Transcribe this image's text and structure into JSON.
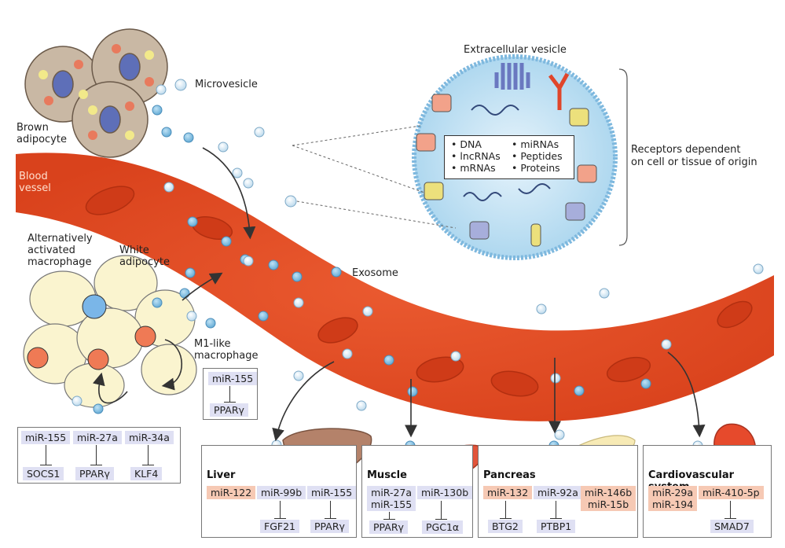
{
  "labels": {
    "extracellular_vesicle": "Extracellular vesicle",
    "microvesicle": "Microvesicle",
    "brown_adipocyte_1": "Brown",
    "brown_adipocyte_2": "adipocyte",
    "blood_vessel_1": "Blood",
    "blood_vessel_2": "vessel",
    "receptors_1": "Receptors dependent",
    "receptors_2": "on cell or tissue of origin",
    "alt_macrophage_1": "Alternatively",
    "alt_macrophage_2": "activated",
    "alt_macrophage_3": "macrophage",
    "white_adipocyte_1": "White",
    "white_adipocyte_2": "adipocyte",
    "exosome": "Exosome",
    "m1_macrophage_1": "M1-like",
    "m1_macrophage_2": "macrophage"
  },
  "ev_contents": {
    "left": [
      "• DNA",
      "• lncRNAs",
      "• mRNAs"
    ],
    "right": [
      "• miRNAs",
      "• Peptides",
      "• Proteins"
    ]
  },
  "macrophage_box": {
    "mirna": "miR-155",
    "target": "PPARγ"
  },
  "adipocyte_box": {
    "items": [
      {
        "mirna": "miR-155",
        "target": "SOCS1"
      },
      {
        "mirna": "miR-27a",
        "target": "PPARγ"
      },
      {
        "mirna": "miR-34a",
        "target": "KLF4"
      }
    ]
  },
  "liver": {
    "title": "Liver",
    "m1": "miR-122",
    "m2": "miR-99b",
    "m3": "miR-155",
    "t2": "FGF21",
    "t3": "PPARγ"
  },
  "muscle": {
    "title": "Muscle",
    "m1": "miR-27a\nmiR-155",
    "m2": "miR-130b",
    "t1": "PPARγ",
    "t2": "PGC1α"
  },
  "pancreas": {
    "title": "Pancreas",
    "m1": "miR-132",
    "m2": "miR-92a",
    "m3": "miR-146b\nmiR-15b",
    "t1": "BTG2",
    "t2": "PTBP1"
  },
  "cardio": {
    "title": "Cardiovascular system",
    "m1": "miR-29a\nmiR-194",
    "m2": "miR-410-5p",
    "t2": "SMAD7"
  },
  "colors": {
    "vessel": "#e4502a",
    "rbc": "#d8431f",
    "exosome": "#8ec7e6",
    "microvesicle": "#dcecf6",
    "mirna_blue": "#dfe0f3",
    "mirna_orange": "#f6c9b4"
  }
}
